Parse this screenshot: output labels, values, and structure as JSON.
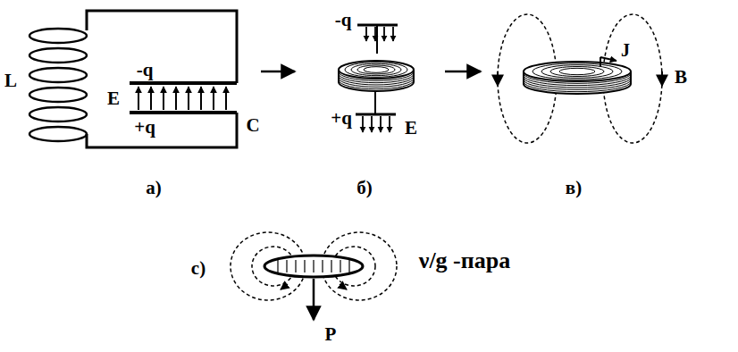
{
  "diagram": {
    "labels": [
      "L",
      "E",
      "-q",
      "+q",
      "C",
      "а)",
      "-q",
      "+q",
      "E",
      "б)",
      "J",
      "B",
      "в)",
      "c)",
      "ν/g -пара",
      "P"
    ]
  }
}
